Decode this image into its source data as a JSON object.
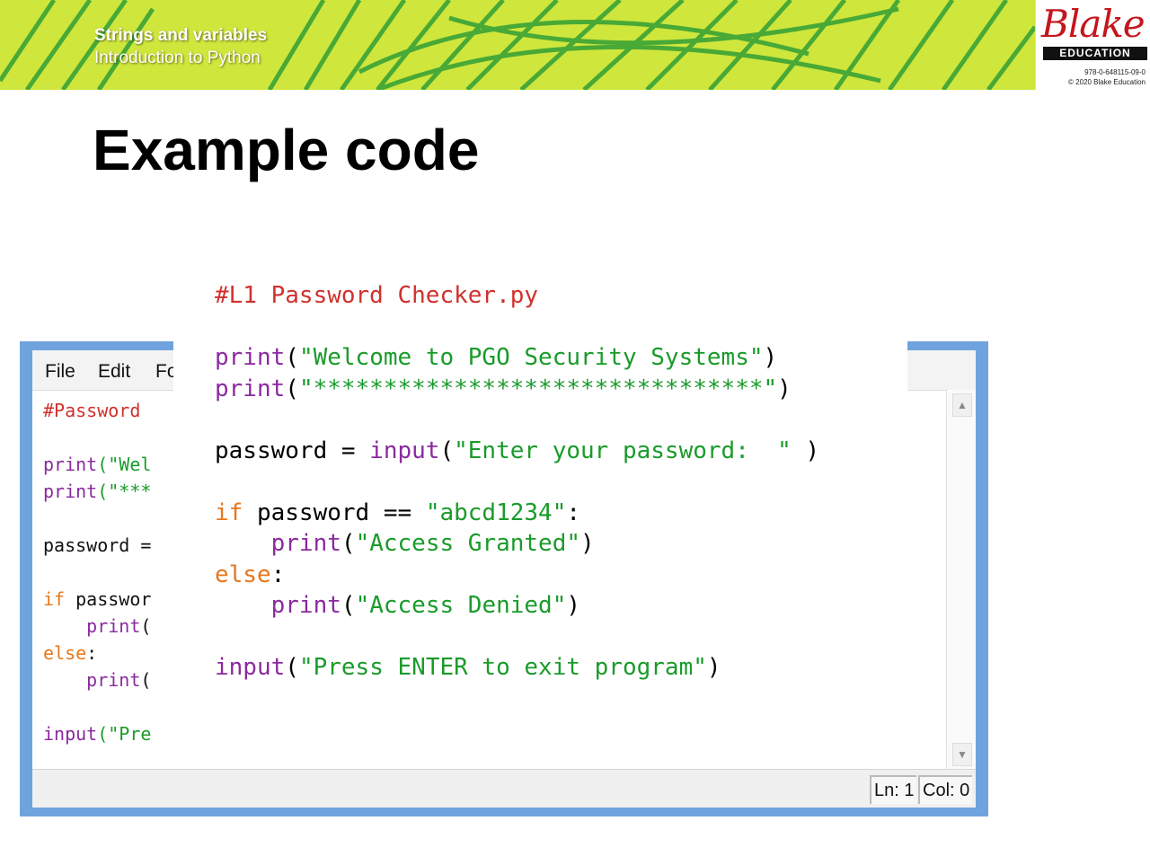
{
  "banner": {
    "subject": "Strings and variables",
    "topic": "Introduction to Python",
    "background_color": "#c9e23a"
  },
  "logo": {
    "word": "Blake",
    "bar": "EDUCATION",
    "isbn": "978-0-648115-09-0",
    "copyright": "© 2020 Blake Education",
    "word_color": "#c4161c"
  },
  "slide": {
    "title": "Example code"
  },
  "idle_window": {
    "menu": {
      "file": "File",
      "edit": "Edit",
      "format": "Fo"
    },
    "background_code": [
      {
        "text": "#Password",
        "color": "comment"
      },
      {
        "text": "",
        "color": "plain"
      },
      {
        "prefix": "print",
        "rest": "(\"Wel",
        "color": "builtin"
      },
      {
        "prefix": "print",
        "rest": "(\"***",
        "color": "builtin"
      },
      {
        "text": "",
        "color": "plain"
      },
      {
        "text": "password =",
        "color": "plain"
      },
      {
        "text": "",
        "color": "plain"
      },
      {
        "kw": "if",
        "rest": " passwor",
        "color": "keyword"
      },
      {
        "indent": "    ",
        "prefix": "print",
        "rest": "(",
        "color": "builtin"
      },
      {
        "kw": "else",
        "rest": ":",
        "color": "keyword"
      },
      {
        "indent": "    ",
        "prefix": "print",
        "rest": "(",
        "color": "builtin"
      },
      {
        "text": "",
        "color": "plain"
      },
      {
        "prefix": "input",
        "rest": "(\"Pre",
        "color": "builtin"
      }
    ],
    "status": {
      "line": "Ln: 1",
      "col": "Col: 0"
    },
    "frame_color": "#6fa3de"
  },
  "code": {
    "comment": "#L1 Password Checker.py",
    "print_fn": "print",
    "input_fn": "input",
    "kw_if": "if",
    "kw_else": "else",
    "open_paren": "(",
    "close_paren": ")",
    "colon": ":",
    "welcome_str": "\"Welcome to PGO Security Systems\"",
    "stars_str": "\"********************************\"",
    "password_assign": "password = ",
    "prompt_str": "\"Enter your password:  \"",
    "prompt_close": " )",
    "if_cond": " password == ",
    "pw_value": "\"abcd1234\"",
    "granted_str": "\"Access Granted\"",
    "denied_str": "\"Access Denied\"",
    "exit_str": "\"Press ENTER to exit program\"",
    "indent": "    "
  },
  "colors": {
    "comment": "#d0312d",
    "builtin": "#8a2a9e",
    "string": "#1a9b2a",
    "keyword": "#e8771a"
  }
}
